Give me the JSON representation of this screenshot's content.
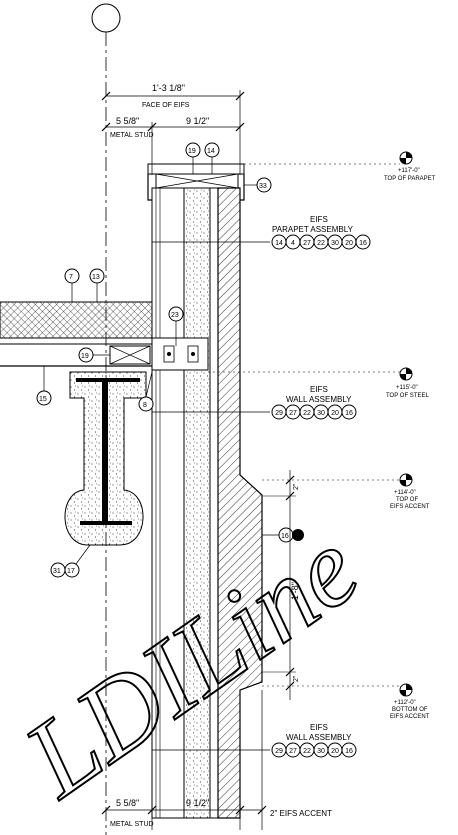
{
  "dimensions": {
    "overall": "1'-3 1/8\"",
    "face_of_eifs": "FACE OF EIFS",
    "stud_depth_top": "5 5/8\"",
    "metal_stud_top": "METAL STUD",
    "panel_top": "9 1/2\"",
    "stud_depth_bottom": "5 5/8\"",
    "metal_stud_bottom": "METAL STUD",
    "panel_bottom": "9 1/2\"",
    "eifs_accent": "2\" EIFS ACCENT",
    "accent_top": "2\"",
    "accent_height": "1'-8\"",
    "accent_bottom": "2\""
  },
  "elevations": [
    {
      "value": "+117'-0\"",
      "line1": "TOP OF PARAPET",
      "line2": ""
    },
    {
      "value": "+115'-0\"",
      "line1": "TOP OF STEEL",
      "line2": ""
    },
    {
      "value": "+114'-0\"",
      "line1": "TOP OF",
      "line2": "EIFS ACCENT"
    },
    {
      "value": "+112'-0\"",
      "line1": "BOTTOM OF",
      "line2": "EIFS ACCENT"
    }
  ],
  "assemblies": {
    "parapet": {
      "line1": "EIFS",
      "line2": "PARAPET ASSEMBLY",
      "keys": [
        "14",
        "4",
        "27",
        "22",
        "30",
        "20",
        "16"
      ]
    },
    "wall_upper": {
      "line1": "EIFS",
      "line2": "WALL ASSEMBLY",
      "keys": [
        "29",
        "27",
        "22",
        "30",
        "20",
        "16"
      ]
    },
    "wall_lower": {
      "line1": "EIFS",
      "line2": "WALL ASSEMBLY",
      "keys": [
        "29",
        "27",
        "22",
        "30",
        "20",
        "16"
      ]
    }
  },
  "keynotes": {
    "k19_top": "19",
    "k14_top": "14",
    "k33": "33",
    "k7": "7",
    "k13": "13",
    "k23": "23",
    "k19_block": "19",
    "k15": "15",
    "k8": "8",
    "k16_accent": "16",
    "k31": "31",
    "k17": "17"
  },
  "watermark": "LDILine"
}
